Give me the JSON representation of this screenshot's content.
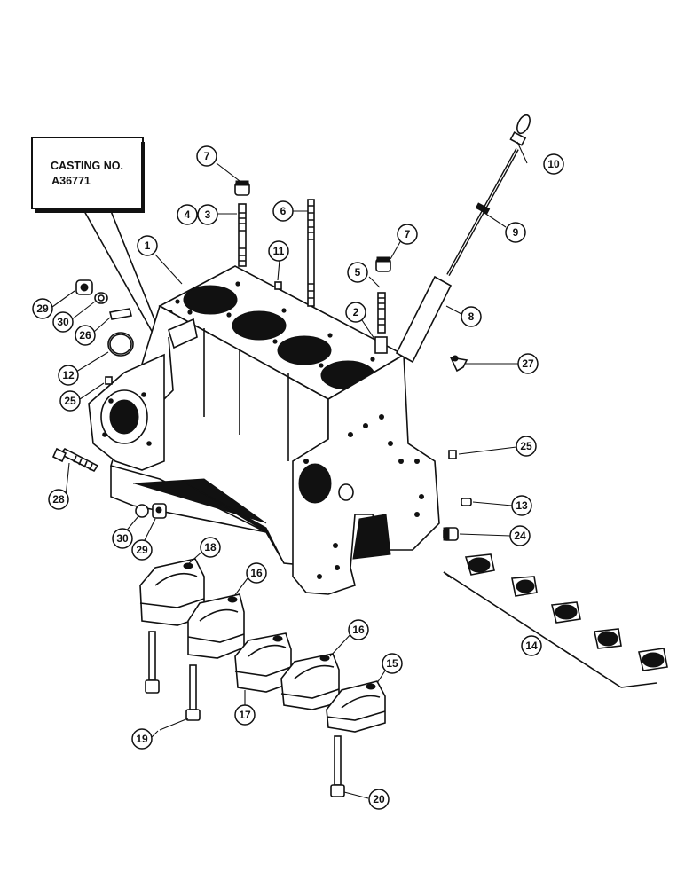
{
  "casting_box": {
    "line1": "CASTING NO.",
    "line2": "A36771"
  },
  "callouts": [
    {
      "id": "c1",
      "label": "1"
    },
    {
      "id": "c2",
      "label": "2"
    },
    {
      "id": "c3",
      "label": "3"
    },
    {
      "id": "c4",
      "label": "4"
    },
    {
      "id": "c5",
      "label": "5"
    },
    {
      "id": "c6",
      "label": "6"
    },
    {
      "id": "c7a",
      "label": "7"
    },
    {
      "id": "c7b",
      "label": "7"
    },
    {
      "id": "c8",
      "label": "8"
    },
    {
      "id": "c9",
      "label": "9"
    },
    {
      "id": "c10",
      "label": "10"
    },
    {
      "id": "c11",
      "label": "11"
    },
    {
      "id": "c12",
      "label": "12"
    },
    {
      "id": "c13",
      "label": "13"
    },
    {
      "id": "c14",
      "label": "14"
    },
    {
      "id": "c15",
      "label": "15"
    },
    {
      "id": "c16a",
      "label": "16"
    },
    {
      "id": "c16b",
      "label": "16"
    },
    {
      "id": "c17",
      "label": "17"
    },
    {
      "id": "c18",
      "label": "18"
    },
    {
      "id": "c19",
      "label": "19"
    },
    {
      "id": "c20",
      "label": "20"
    },
    {
      "id": "c24",
      "label": "24"
    },
    {
      "id": "c25a",
      "label": "25"
    },
    {
      "id": "c25b",
      "label": "25"
    },
    {
      "id": "c26",
      "label": "26"
    },
    {
      "id": "c27",
      "label": "27"
    },
    {
      "id": "c28",
      "label": "28"
    },
    {
      "id": "c29a",
      "label": "29"
    },
    {
      "id": "c29b",
      "label": "29"
    },
    {
      "id": "c30a",
      "label": "30"
    },
    {
      "id": "c30b",
      "label": "30"
    }
  ]
}
